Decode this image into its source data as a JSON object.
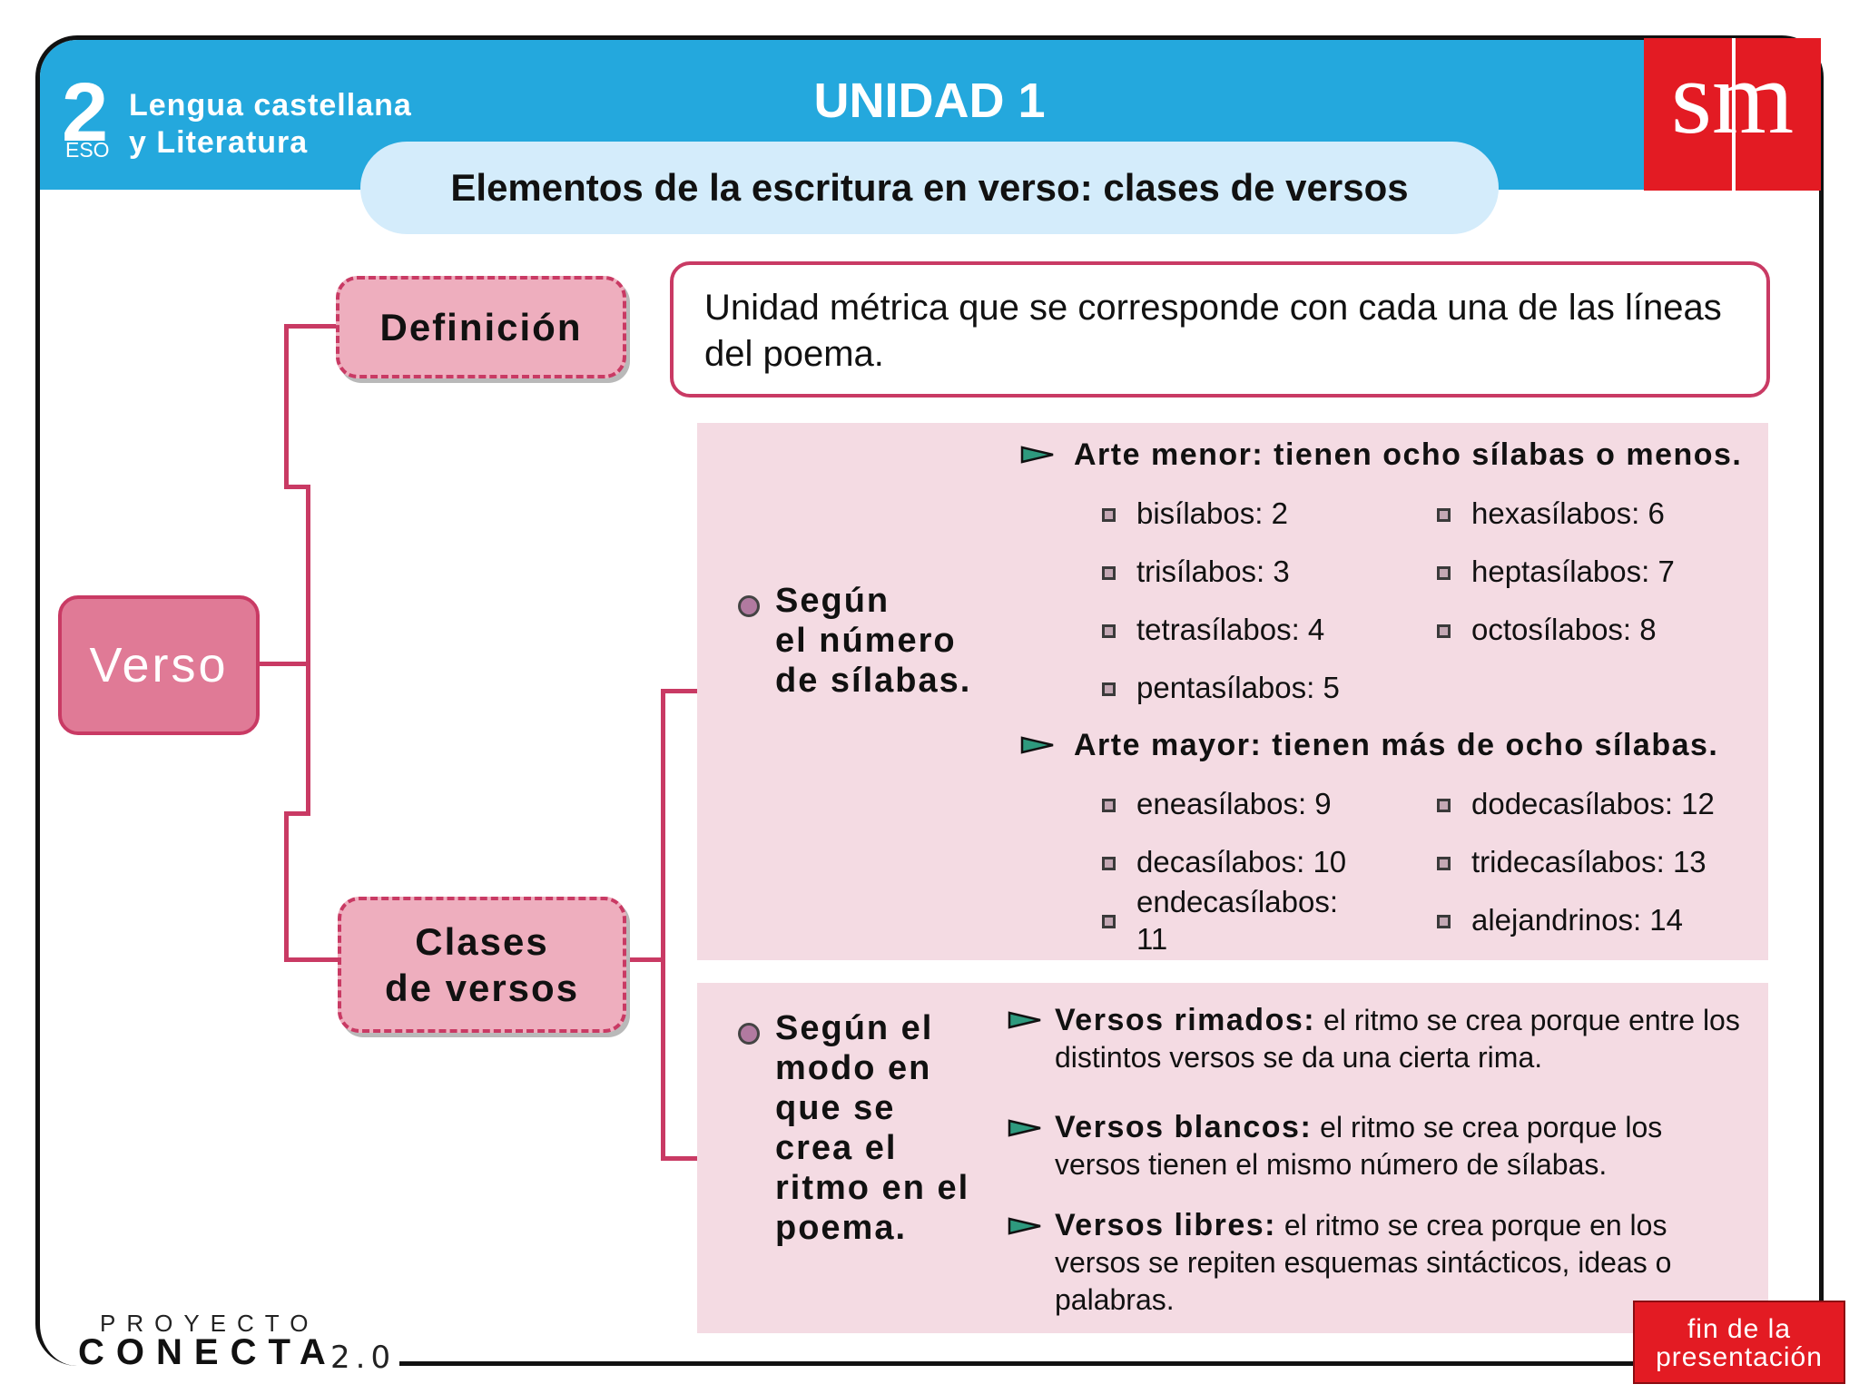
{
  "header": {
    "grade": "2",
    "level": "ESO",
    "subject_line1": "Lengua castellana",
    "subject_line2": "y Literatura",
    "unit": "UNIDAD 1",
    "logo": "sm",
    "subtitle": "Elementos de la escritura en verso: clases de versos"
  },
  "colors": {
    "header_blue": "#24a8dd",
    "pill_blue": "#d4ecfb",
    "accent_pink": "#c93a64",
    "node_pink": "#e07a96",
    "panel_pink": "#f4dbe3",
    "logo_red": "#e31b23"
  },
  "diagram": {
    "root": "Verso",
    "definition_label": "Definición",
    "definition_text": "Unidad métrica que se corresponde con cada una de las líneas del poema.",
    "classes_label_line1": "Clases",
    "classes_label_line2": "de versos",
    "syllables": {
      "criterion_line1": "Según",
      "criterion_line2": "el número",
      "criterion_line3": "de sílabas.",
      "arte_menor": "Arte menor: tienen ocho sílabas o menos.",
      "menor_items": [
        "bisílabos: 2",
        "trisílabos: 3",
        "tetrasílabos: 4",
        "pentasílabos: 5",
        "hexasílabos: 6",
        "heptasílabos: 7",
        "octosílabos: 8"
      ],
      "arte_mayor": "Arte mayor: tienen más de ocho sílabas.",
      "mayor_items": [
        "eneasílabos: 9",
        "decasílabos: 10",
        "endecasílabos:",
        "11",
        "dodecasílabos: 12",
        "tridecasílabos: 13",
        "alejandrinos: 14"
      ]
    },
    "rhythm": {
      "criterion_line1": "Según el",
      "criterion_line2": "modo en",
      "criterion_line3": "que se",
      "criterion_line4": "crea el",
      "criterion_line5": "ritmo en el",
      "criterion_line6": "poema.",
      "types": [
        {
          "name": "Versos rimados:",
          "desc": "el ritmo se crea porque entre los distintos versos se da una cierta rima."
        },
        {
          "name": "Versos blancos:",
          "desc": "el ritmo se crea porque los versos tienen el mismo número de sílabas."
        },
        {
          "name": "Versos libres:",
          "desc": "el ritmo se crea porque en los versos se repiten esquemas sintácticos, ideas o palabras."
        }
      ]
    }
  },
  "footer": {
    "brand_top": "PROYECTO",
    "brand_main": "CONECTA",
    "brand_version": "2.0",
    "end_line1": "fin de la",
    "end_line2": "presentación"
  },
  "icons": [
    "arrow-bullet-icon",
    "square-bullet-icon",
    "circle-bullet-icon"
  ]
}
